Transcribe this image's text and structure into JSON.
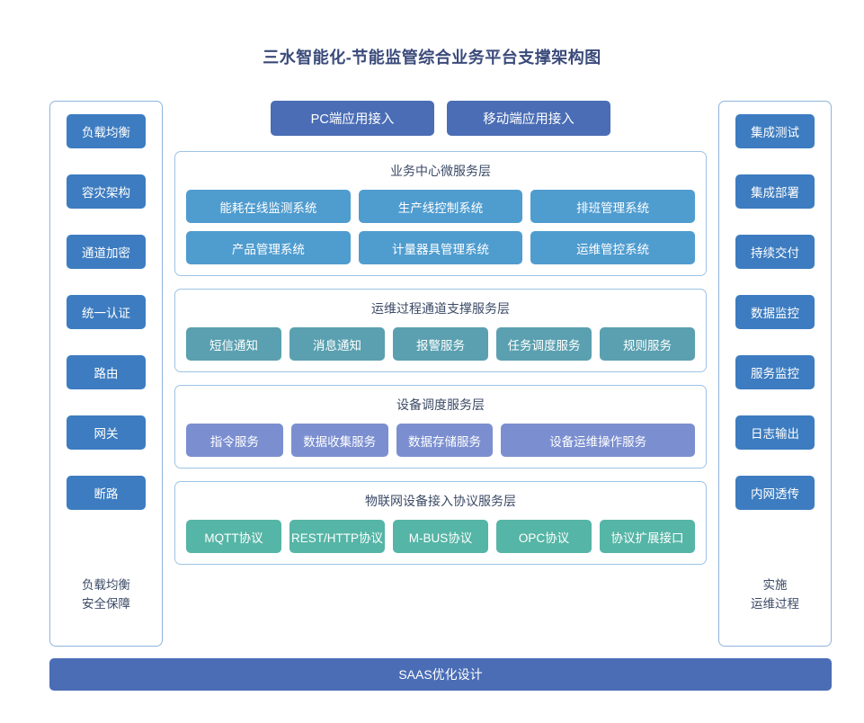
{
  "title": "三水智能化-节能监管综合业务平台支撑架构图",
  "colors": {
    "accent_blue": "#4a6db5",
    "sidebar_blue": "#3d7cc0",
    "service_blue": "#4f9ccf",
    "service_teal": "#5aa0b0",
    "service_lavender": "#7b8fd0",
    "service_green": "#55b5a6",
    "panel_border": "#9dc3e6",
    "background": "#ffffff"
  },
  "left_panel": {
    "items": [
      {
        "label": "负载均衡"
      },
      {
        "label": "容灾架构"
      },
      {
        "label": "通道加密"
      },
      {
        "label": "统一认证"
      },
      {
        "label": "路由"
      },
      {
        "label": "网关"
      },
      {
        "label": "断路"
      }
    ],
    "footer": [
      {
        "line": "负载均衡"
      },
      {
        "line": "安全保障"
      }
    ]
  },
  "right_panel": {
    "items": [
      {
        "label": "集成测试"
      },
      {
        "label": "集成部署"
      },
      {
        "label": "持续交付"
      },
      {
        "label": "数据监控"
      },
      {
        "label": "服务监控"
      },
      {
        "label": "日志输出"
      },
      {
        "label": "内网透传"
      }
    ],
    "footer": [
      {
        "line": "实施"
      },
      {
        "line": "运维过程"
      }
    ]
  },
  "access": {
    "buttons": [
      {
        "label": "PC端应用接入"
      },
      {
        "label": "移动端应用接入"
      }
    ]
  },
  "layers": [
    {
      "title": "业务中心微服务层",
      "rows": [
        [
          {
            "label": "能耗在线监测系统"
          },
          {
            "label": "生产线控制系统"
          },
          {
            "label": "排班管理系统"
          }
        ],
        [
          {
            "label": "产品管理系统"
          },
          {
            "label": "计量器具管理系统"
          },
          {
            "label": "运维管控系统"
          }
        ]
      ]
    },
    {
      "title": "运维过程通道支撑服务层",
      "rows": [
        [
          {
            "label": "短信通知"
          },
          {
            "label": "消息通知"
          },
          {
            "label": "报警服务"
          },
          {
            "label": "任务调度服务"
          },
          {
            "label": "规则服务"
          }
        ]
      ]
    },
    {
      "title": "设备调度服务层",
      "rows": [
        [
          {
            "label": "指令服务"
          },
          {
            "label": "数据收集服务"
          },
          {
            "label": "数据存储服务"
          },
          {
            "label": "设备运维操作服务"
          }
        ]
      ]
    },
    {
      "title": "物联网设备接入协议服务层",
      "rows": [
        [
          {
            "label": "MQTT协议"
          },
          {
            "label": "REST/HTTP协议"
          },
          {
            "label": "M-BUS协议"
          },
          {
            "label": "OPC协议"
          },
          {
            "label": "协议扩展接口"
          }
        ]
      ]
    }
  ],
  "footer_bar": {
    "label": "SAAS优化设计"
  }
}
